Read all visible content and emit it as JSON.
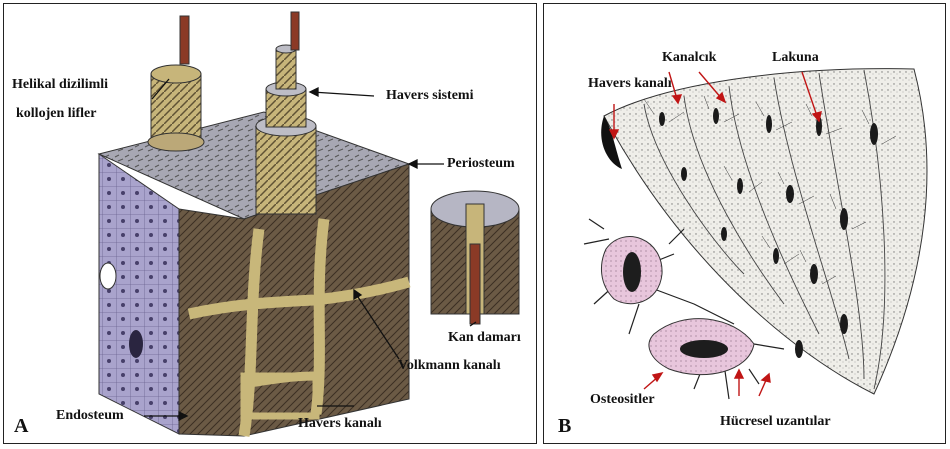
{
  "panel_a": {
    "letter": "A",
    "labels": {
      "helical_line1": "Helikal dizilimli",
      "helical_line2": "kollojen lifler",
      "havers_system": "Havers sistemi",
      "periosteum": "Periosteum",
      "blood_vessel": "Kan damarı",
      "volkmann": "Volkmann kanalı",
      "endosteum": "Endosteum",
      "havers_canal": "Havers kanalı"
    }
  },
  "panel_b": {
    "letter": "B",
    "labels": {
      "havers_canal": "Havers kanalı",
      "canaliculus": "Kanalcık",
      "lacuna": "Lakuna",
      "osteocytes": "Osteositler",
      "cell_processes": "Hücresel uzantılar"
    }
  },
  "colors": {
    "bone_dark": "#6b5a45",
    "bone_light": "#9a9aa8",
    "endosteum": "#a9a3cc",
    "canal": "#c8b77a",
    "vessel": "#8b3a26",
    "osteocyte_fill": "#e8c6dc"
  }
}
